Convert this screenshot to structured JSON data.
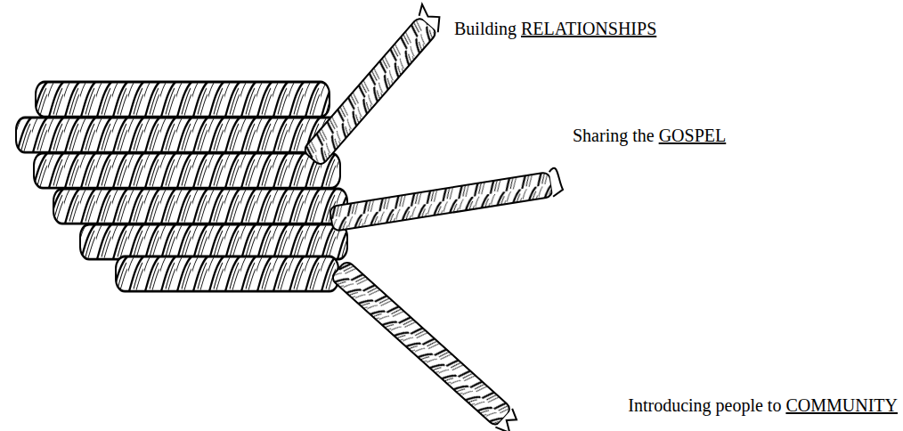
{
  "diagram": {
    "labels": [
      "Building",
      "RELATIONSHIPS",
      "Sharing the",
      "GOSPEL",
      "Introducing people to",
      "COMMUNITY"
    ]
  }
}
